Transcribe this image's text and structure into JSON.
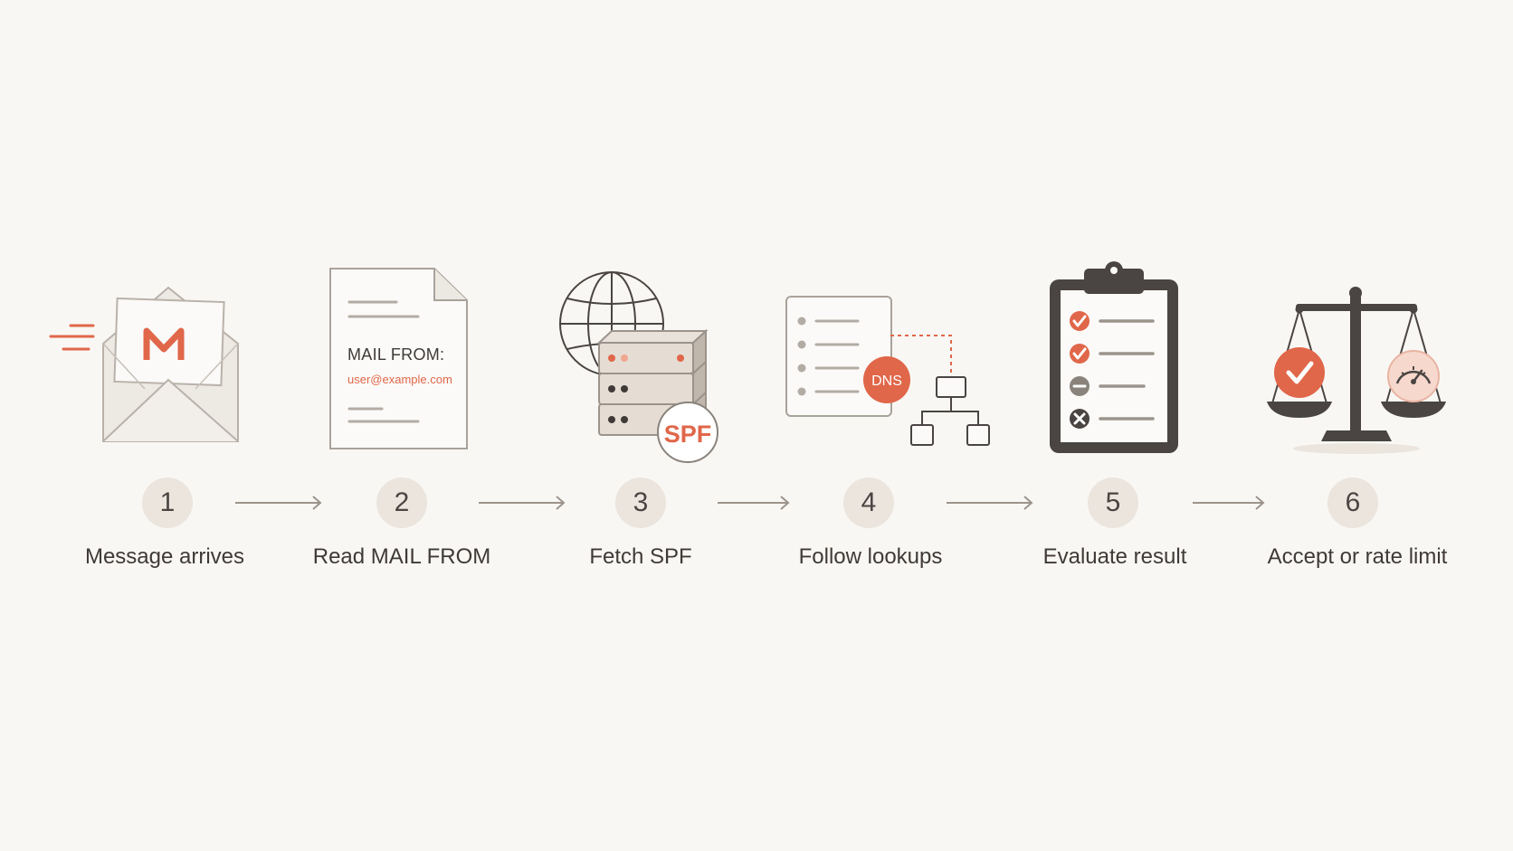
{
  "steps": [
    {
      "number": "1",
      "label": "Message arrives",
      "icon": "envelope-icon"
    },
    {
      "number": "2",
      "label": "Read MAIL FROM",
      "icon": "document-icon"
    },
    {
      "number": "3",
      "label": "Fetch SPF",
      "icon": "globe-server-icon"
    },
    {
      "number": "4",
      "label": "Follow lookups",
      "icon": "dns-lookup-icon"
    },
    {
      "number": "5",
      "label": "Evaluate result",
      "icon": "clipboard-checklist-icon"
    },
    {
      "number": "6",
      "label": "Accept or rate limit",
      "icon": "balance-scale-icon"
    }
  ],
  "document": {
    "mail_from_label": "MAIL FROM:",
    "mail_from_address": "user@example.com"
  },
  "server_badge": "SPF",
  "dns_badge": "DNS",
  "colors": {
    "background": "#f9f7f3",
    "accent": "#e0674a",
    "number_circle": "#ebe5de",
    "text": "#3f3a37",
    "dark_icon": "#4a4542"
  }
}
